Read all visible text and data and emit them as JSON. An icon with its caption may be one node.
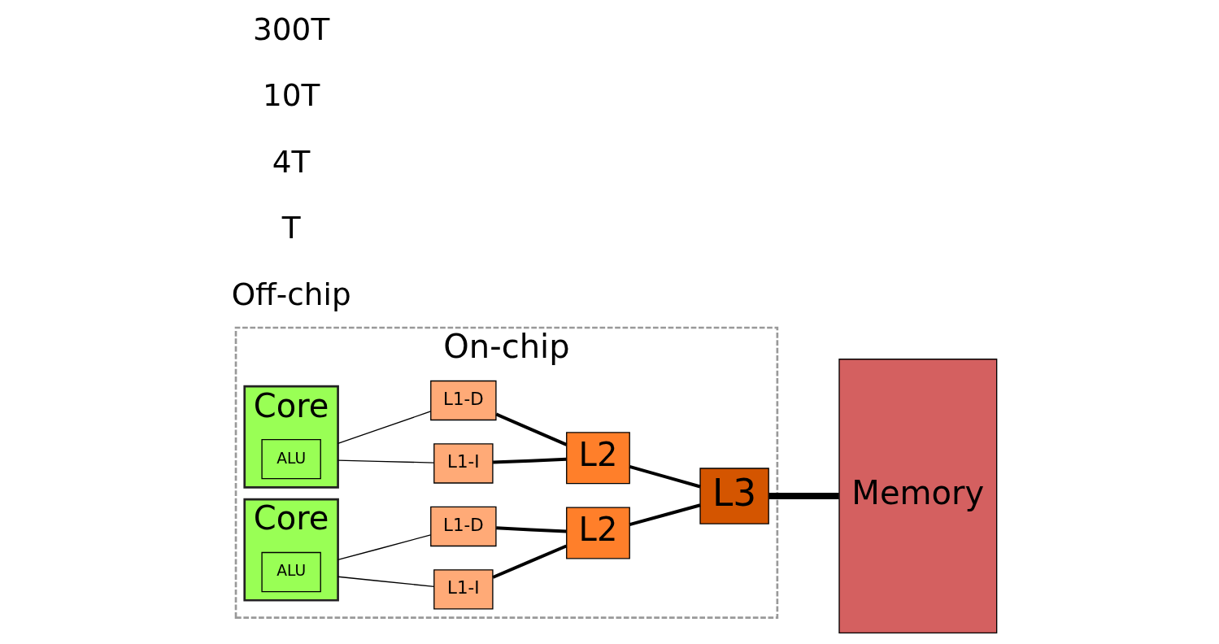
{
  "diagram": {
    "nodes": [
      {
        "text": [
          "On-chip"
        ]
      },
      {
        "text": [
          "Core"
        ],
        "in": 0
      },
      {
        "text": [
          "ALU"
        ],
        "in": 1
      },
      {
        "text": [
          "L1-I"
        ],
        "in": 0
      },
      {
        "text": [
          "L1-D"
        ],
        "in": 0
      },
      {
        "text": [
          "L2"
        ],
        "in": 0
      },
      {
        "text": [
          "Core"
        ],
        "in": 0
      },
      {
        "text": [
          "ALU"
        ],
        "in": 6
      },
      {
        "text": [
          "L1-I"
        ],
        "in": 0
      },
      {
        "text": [
          "L1-D"
        ],
        "in": 0
      },
      {
        "text": [
          "L2"
        ],
        "in": 0
      },
      {
        "text": [
          "L3"
        ],
        "in": 0
      },
      {
        "text": [
          "Memory"
        ]
      }
    ],
    "edges": [
      {
        "from": 1,
        "to": 3,
        "arrow": "none"
      },
      {
        "from": 1,
        "to": 4,
        "arrow": "none"
      },
      {
        "from": 3,
        "to": 5,
        "arrow": "none"
      },
      {
        "from": 4,
        "to": 5,
        "arrow": "none"
      },
      {
        "from": 6,
        "to": 8,
        "arrow": "none"
      },
      {
        "from": 6,
        "to": 9,
        "arrow": "none"
      },
      {
        "from": 8,
        "to": 10,
        "arrow": "none"
      },
      {
        "from": 9,
        "to": 10,
        "arrow": "none"
      },
      {
        "from": 5,
        "to": 11,
        "arrow": "none"
      },
      {
        "from": 10,
        "to": 11,
        "arrow": "none"
      },
      {
        "from": 11,
        "to": 12,
        "arrow": "none",
        "style": "thick"
      }
    ],
    "labels": [
      "Off-chip",
      "T",
      "4T",
      "10T",
      "300T"
    ]
  }
}
